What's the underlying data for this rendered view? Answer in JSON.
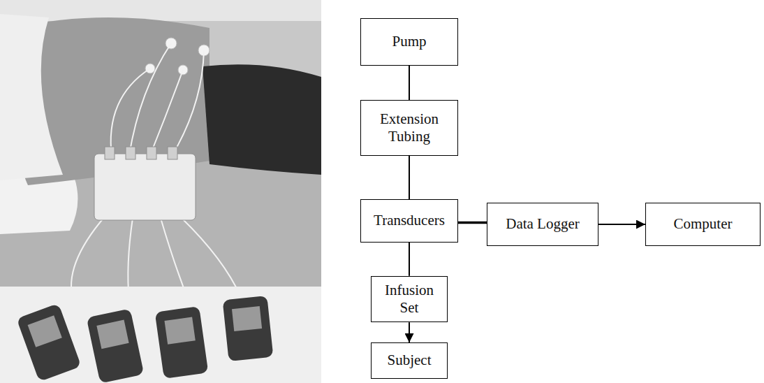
{
  "diagram": {
    "nodes": [
      {
        "text": [
          "Pump"
        ]
      },
      {
        "text": [
          "Extension Tubing"
        ]
      },
      {
        "text": [
          "Transducers"
        ]
      },
      {
        "text": [
          "Data Logger"
        ]
      },
      {
        "text": [
          "Computer"
        ]
      },
      {
        "text": [
          "Infusion Set"
        ]
      },
      {
        "text": [
          "Subject"
        ]
      }
    ],
    "edges": [
      {
        "from": 0,
        "to": 1,
        "arrow": "none"
      },
      {
        "from": 1,
        "to": 2,
        "arrow": "none"
      },
      {
        "from": 2,
        "to": 3,
        "arrow": "none"
      },
      {
        "from": 3,
        "to": 4,
        "arrow": "to"
      },
      {
        "from": 2,
        "to": 5,
        "arrow": "none"
      },
      {
        "from": 5,
        "to": 6,
        "arrow": "to"
      }
    ]
  }
}
